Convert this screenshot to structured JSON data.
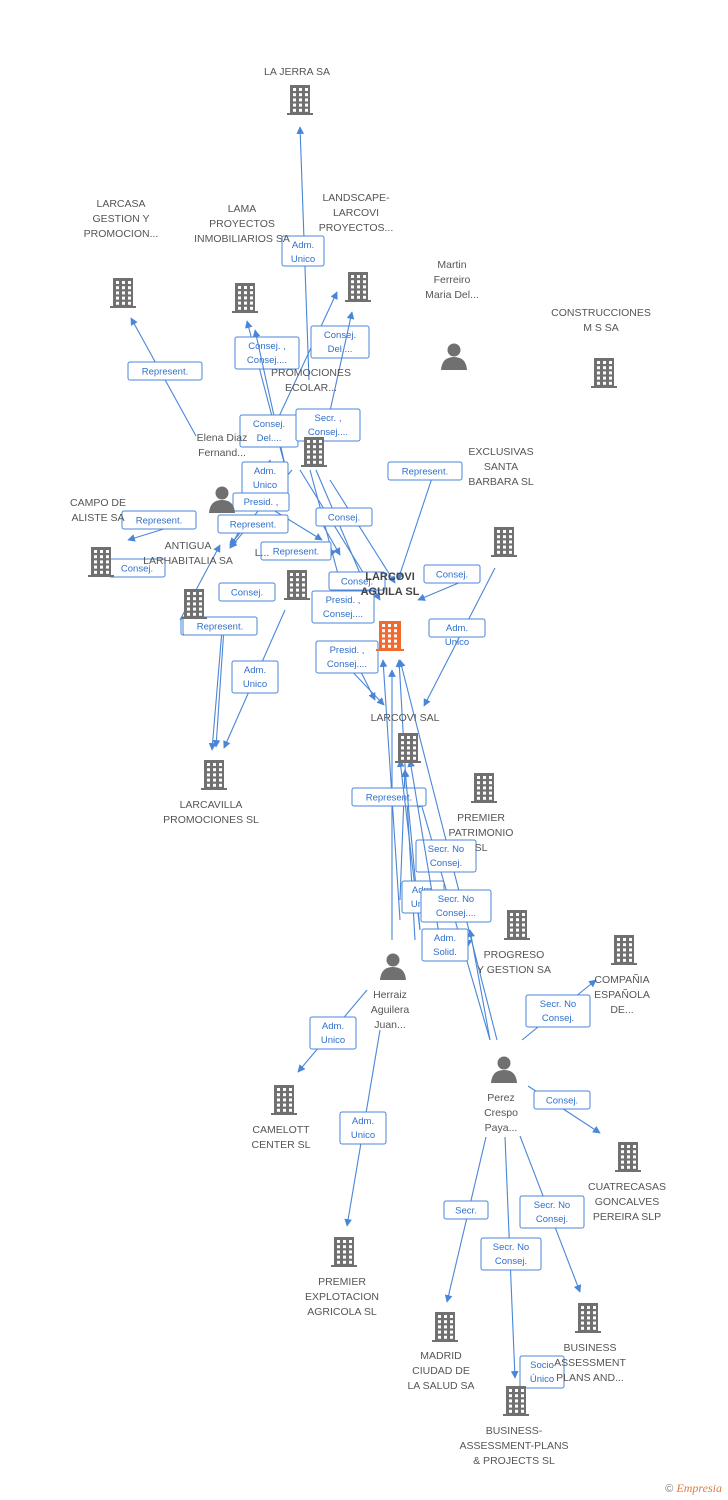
{
  "graph": {
    "nodes": [
      {
        "id": "jerra",
        "type": "company",
        "label": [
          "LA JERRA SA"
        ]
      },
      {
        "id": "larcasa",
        "type": "company",
        "label": [
          "LARCASA",
          "GESTION Y",
          "PROMOCION..."
        ]
      },
      {
        "id": "lama",
        "type": "company",
        "label": [
          "LAMA",
          "PROYECTOS",
          "INMOBILIARIOS SA"
        ]
      },
      {
        "id": "landscape",
        "type": "company",
        "label": [
          "LANDSCAPE-",
          "LARCOVI",
          "PROYECTOS..."
        ]
      },
      {
        "id": "martin",
        "type": "person",
        "label": [
          "Martin",
          "Ferreiro",
          "Maria Del..."
        ]
      },
      {
        "id": "construcciones",
        "type": "company",
        "label": [
          "CONSTRUCCIONES",
          "M S SA"
        ]
      },
      {
        "id": "ecolar",
        "type": "company",
        "label": [
          "PROMOCIONES",
          "ECOLAR..."
        ]
      },
      {
        "id": "elena",
        "type": "person",
        "label": [
          "Elena Diaz",
          "Fernand..."
        ]
      },
      {
        "id": "exclusivas",
        "type": "company",
        "label": [
          "EXCLUSIVAS",
          "SANTA",
          "BARBARA SL"
        ]
      },
      {
        "id": "campo",
        "type": "company",
        "label": [
          "CAMPO DE",
          "ALISTE SA"
        ]
      },
      {
        "id": "antigua",
        "type": "company",
        "label": [
          "ANTIGUA",
          "LARHABITALIA SA"
        ]
      },
      {
        "id": "lbldg",
        "type": "company",
        "label": [
          "L..."
        ]
      },
      {
        "id": "focus",
        "type": "focus",
        "label": [
          "LARCOVI",
          "AGUILA SL"
        ]
      },
      {
        "id": "larcovisal",
        "type": "company",
        "label": [
          "LARCOVI SAL"
        ]
      },
      {
        "id": "larcavilla",
        "type": "company",
        "label": [
          "LARCAVILLA",
          "PROMOCIONES SL"
        ]
      },
      {
        "id": "premierpat",
        "type": "company",
        "label": [
          "PREMIER",
          "PATRIMONIO",
          "SL"
        ]
      },
      {
        "id": "progreso",
        "type": "company",
        "label": [
          "PROGRESO",
          "Y GESTION SA"
        ]
      },
      {
        "id": "compania",
        "type": "company",
        "label": [
          "COMPAÑIA",
          "ESPAÑOLA",
          "DE..."
        ]
      },
      {
        "id": "herraiz",
        "type": "person",
        "label": [
          "Herraiz",
          "Aguilera",
          "Juan..."
        ]
      },
      {
        "id": "perez",
        "type": "person",
        "label": [
          "Perez",
          "Crespo",
          "Paya..."
        ]
      },
      {
        "id": "camelott",
        "type": "company",
        "label": [
          "CAMELOTT",
          "CENTER SL"
        ]
      },
      {
        "id": "cuatrecasas",
        "type": "company",
        "label": [
          "CUATRECASAS",
          "GONCALVES",
          "PEREIRA SLP"
        ]
      },
      {
        "id": "premierexp",
        "type": "company",
        "label": [
          "PREMIER",
          "EXPLOTACION",
          "AGRICOLA  SL"
        ]
      },
      {
        "id": "madrid",
        "type": "company",
        "label": [
          "MADRID",
          "CIUDAD DE",
          "LA SALUD SA"
        ]
      },
      {
        "id": "bapp1",
        "type": "company",
        "label": [
          "BUSINESS",
          "ASSESSMENT",
          "PLANS AND..."
        ]
      },
      {
        "id": "bapp2",
        "type": "company",
        "label": [
          "BUSINESS-",
          "ASSESSMENT-PLANS",
          "& PROJECTS SL"
        ]
      }
    ],
    "edges": [
      {
        "id": "e1",
        "label": [
          "Adm.",
          "Unico"
        ]
      },
      {
        "id": "e2",
        "label": [
          "Represent."
        ]
      },
      {
        "id": "e3",
        "label": [
          "Consej. ,",
          "Consej...."
        ]
      },
      {
        "id": "e4",
        "label": [
          "Consej.",
          "Del...."
        ]
      },
      {
        "id": "e5",
        "label": [
          "Consej.",
          "Del...."
        ]
      },
      {
        "id": "e6",
        "label": [
          "Secr. ,",
          "Consej...."
        ]
      },
      {
        "id": "e7",
        "label": [
          "Adm.",
          "Unico"
        ]
      },
      {
        "id": "e8",
        "label": [
          "Presid. ,",
          "..."
        ]
      },
      {
        "id": "e9",
        "label": [
          "Represent."
        ]
      },
      {
        "id": "e10",
        "label": [
          "Represent."
        ]
      },
      {
        "id": "e11",
        "label": [
          "Consej."
        ]
      },
      {
        "id": "e12",
        "label": [
          "Represent."
        ]
      },
      {
        "id": "e13",
        "label": [
          "Consej."
        ]
      },
      {
        "id": "e14",
        "label": [
          "Represent."
        ]
      },
      {
        "id": "e15",
        "label": [
          "Consej."
        ]
      },
      {
        "id": "e16",
        "label": [
          "Represent."
        ]
      },
      {
        "id": "e17",
        "label": [
          "Adm.",
          "Unico"
        ]
      },
      {
        "id": "e18",
        "label": [
          "Consej."
        ]
      },
      {
        "id": "e19",
        "label": [
          "Consej."
        ]
      },
      {
        "id": "e20",
        "label": [
          "Presid. ,",
          "Consej...."
        ]
      },
      {
        "id": "e21",
        "label": [
          "Presid. ,",
          "Consej...."
        ]
      },
      {
        "id": "e22",
        "label": [
          "Adm.",
          "Unico"
        ]
      },
      {
        "id": "e23",
        "label": [
          "Represent."
        ]
      },
      {
        "id": "e24",
        "label": [
          "Represent."
        ]
      },
      {
        "id": "e25",
        "label": [
          "Secr. No",
          "Consej."
        ]
      },
      {
        "id": "e26",
        "label": [
          "Adm.",
          "Unico"
        ]
      },
      {
        "id": "e27",
        "label": [
          "Secr. No",
          "Consej...."
        ]
      },
      {
        "id": "e28",
        "label": [
          "Adm.",
          "Solid."
        ]
      },
      {
        "id": "e29",
        "label": [
          "Secr. No",
          "Consej."
        ]
      },
      {
        "id": "e30",
        "label": [
          "Adm.",
          "Unico"
        ]
      },
      {
        "id": "e31",
        "label": [
          "Consej."
        ]
      },
      {
        "id": "e32",
        "label": [
          "Adm.",
          "Unico"
        ]
      },
      {
        "id": "e33",
        "label": [
          "Secr."
        ]
      },
      {
        "id": "e34",
        "label": [
          "Secr. No",
          "Consej."
        ]
      },
      {
        "id": "e35",
        "label": [
          "Secr. No",
          "Consej."
        ]
      },
      {
        "id": "e36",
        "label": [
          "Socio",
          "Único"
        ]
      }
    ]
  },
  "colors": {
    "edge": "#4a86d8",
    "company": "#707070",
    "focus": "#f26a2e",
    "person": "#707070"
  },
  "footer": {
    "copyright": "©",
    "brand": "Empresia"
  }
}
